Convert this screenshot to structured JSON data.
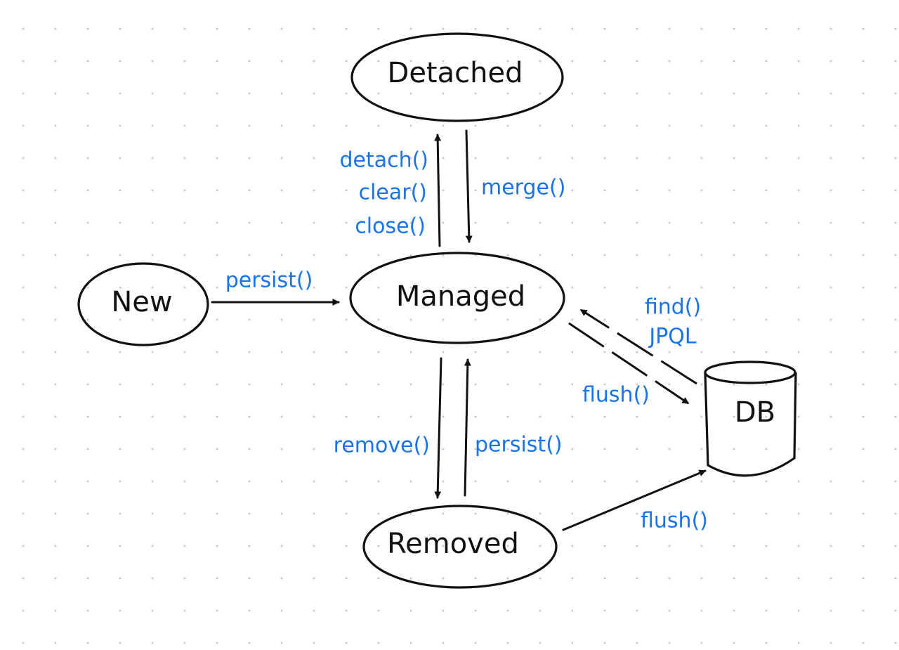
{
  "colors": {
    "ink": "#111111",
    "label": "#1a73e8",
    "grid_dot": "#c9c9c9",
    "background": "#ffffff"
  },
  "nodes": {
    "detached": "Detached",
    "new": "New",
    "managed": "Managed",
    "removed": "Removed",
    "db": "DB"
  },
  "edges": {
    "detach_label": "detach()",
    "clear_label": "clear()",
    "close_label": "close()",
    "merge_label": "merge()",
    "new_persist_label": "persist()",
    "find_label": "find()",
    "jpql_label": "JPQL",
    "managed_flush_label": "flush()",
    "remove_label": "remove()",
    "removed_persist_label": "persist()",
    "removed_flush_label": "flush()"
  }
}
